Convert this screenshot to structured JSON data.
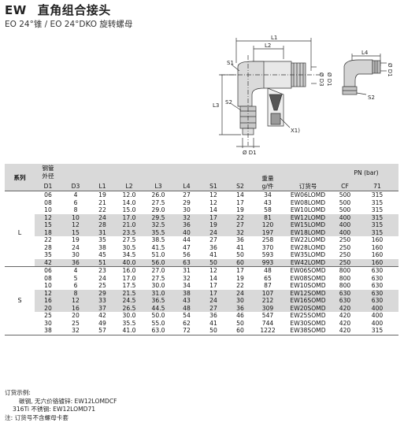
{
  "header": {
    "code": "EW",
    "title": "直角组合接头",
    "subtitle": "EO 24°锥 / EO 24°DKO 旋转螺母"
  },
  "drawing_labels": {
    "L1": "L1",
    "L2": "L2",
    "S1": "S1",
    "S2": "S2",
    "L3": "L3",
    "D3": "Ø D3",
    "D1": "Ø D1",
    "X1": "X1)",
    "L4": "L4",
    "D1b": "Ø D1",
    "S2b": "S2"
  },
  "table": {
    "header_top": {
      "series": "系列",
      "tube_od_line1": "钢管",
      "tube_od_line2": "外径",
      "weight_line1": "重量",
      "weight_line2": "g/件",
      "order_no": "订货号",
      "pn": "PN (bar)"
    },
    "header_sub": {
      "D1": "D1",
      "D3": "D3",
      "L1": "L1",
      "L2": "L2",
      "L3": "L3",
      "L4": "L4",
      "S1": "S1",
      "S2": "S2",
      "CF": "CF",
      "71": "71"
    },
    "series_labels": {
      "L": "L",
      "S": "S"
    },
    "rows_L": [
      [
        "06",
        "4",
        "19",
        "12.0",
        "26.0",
        "27",
        "12",
        "14",
        "34",
        "EW06LOMD",
        "500",
        "315"
      ],
      [
        "08",
        "6",
        "21",
        "14.0",
        "27.5",
        "29",
        "12",
        "17",
        "43",
        "EW08LOMD",
        "500",
        "315"
      ],
      [
        "10",
        "8",
        "22",
        "15.0",
        "29.0",
        "30",
        "14",
        "19",
        "58",
        "EW10LOMD",
        "500",
        "315"
      ],
      [
        "12",
        "10",
        "24",
        "17.0",
        "29.5",
        "32",
        "17",
        "22",
        "81",
        "EW12LOMD",
        "400",
        "315"
      ],
      [
        "15",
        "12",
        "28",
        "21.0",
        "32.5",
        "36",
        "19",
        "27",
        "120",
        "EW15LOMD",
        "400",
        "315"
      ],
      [
        "18",
        "15",
        "31",
        "23.5",
        "35.5",
        "40",
        "24",
        "32",
        "197",
        "EW18LOMD",
        "400",
        "315"
      ],
      [
        "22",
        "19",
        "35",
        "27.5",
        "38.5",
        "44",
        "27",
        "36",
        "258",
        "EW22LOMD",
        "250",
        "160"
      ],
      [
        "28",
        "24",
        "38",
        "30.5",
        "41.5",
        "47",
        "36",
        "41",
        "370",
        "EW28LOMD",
        "250",
        "160"
      ],
      [
        "35",
        "30",
        "45",
        "34.5",
        "51.0",
        "56",
        "41",
        "50",
        "593",
        "EW35LOMD",
        "250",
        "160"
      ],
      [
        "42",
        "36",
        "51",
        "40.0",
        "56.0",
        "63",
        "50",
        "60",
        "993",
        "EW42LOMD",
        "250",
        "160"
      ]
    ],
    "rows_S": [
      [
        "06",
        "4",
        "23",
        "16.0",
        "27.0",
        "31",
        "12",
        "17",
        "48",
        "EW06SOMD",
        "800",
        "630"
      ],
      [
        "08",
        "5",
        "24",
        "17.0",
        "27.5",
        "32",
        "14",
        "19",
        "65",
        "EW08SOMD",
        "800",
        "630"
      ],
      [
        "10",
        "6",
        "25",
        "17.5",
        "30.0",
        "34",
        "17",
        "22",
        "87",
        "EW10SOMD",
        "800",
        "630"
      ],
      [
        "12",
        "8",
        "29",
        "21.5",
        "31.0",
        "38",
        "17",
        "24",
        "107",
        "EW12SOMD",
        "630",
        "630"
      ],
      [
        "16",
        "12",
        "33",
        "24.5",
        "36.5",
        "43",
        "24",
        "30",
        "212",
        "EW16SOMD",
        "630",
        "630"
      ],
      [
        "20",
        "16",
        "37",
        "26.5",
        "44.5",
        "48",
        "27",
        "36",
        "309",
        "EW20SOMD",
        "420",
        "400"
      ],
      [
        "25",
        "20",
        "42",
        "30.0",
        "50.0",
        "54",
        "36",
        "46",
        "547",
        "EW25SOMD",
        "420",
        "400"
      ],
      [
        "30",
        "25",
        "49",
        "35.5",
        "55.0",
        "62",
        "41",
        "50",
        "744",
        "EW30SOMD",
        "420",
        "400"
      ],
      [
        "38",
        "32",
        "57",
        "41.0",
        "63.0",
        "72",
        "50",
        "60",
        "1222",
        "EW38SOMD",
        "420",
        "315"
      ]
    ]
  },
  "notes": {
    "heading": "订货示例:",
    "line1": "碳钢, 无六价铬镀锌: EW12LOMDCF",
    "line2": "316Ti 不锈钢: EW12LOMD71",
    "line3": "注: 订货号不含螺母卡套"
  }
}
